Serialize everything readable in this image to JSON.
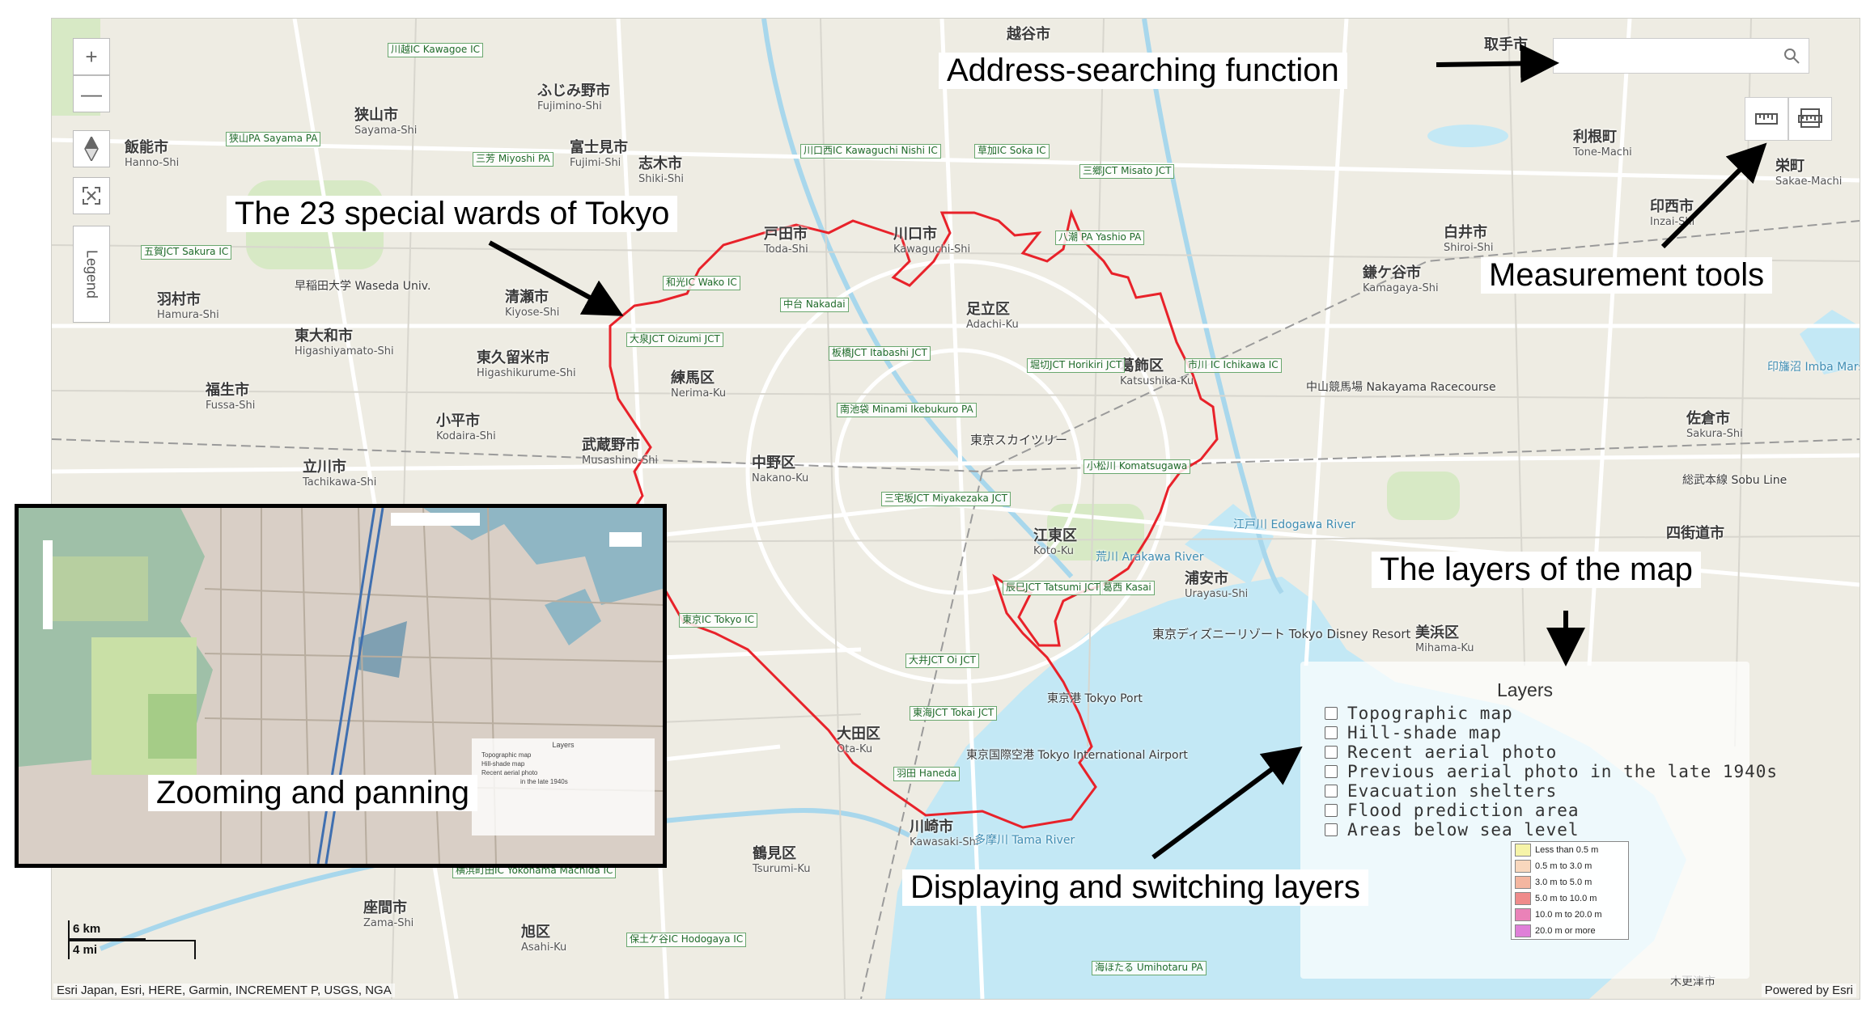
{
  "map": {
    "controls": {
      "zoom_in": "+",
      "zoom_out": "—",
      "compass_icon": "compass-north-icon",
      "fullscreen_icon": "fullscreen-icon",
      "legend_tab": "Legend"
    },
    "search": {
      "value": "",
      "icon": "search-icon"
    },
    "measurement_icons": [
      "ruler-icon",
      "area-measure-icon"
    ],
    "places": [
      {
        "jp": "狭山市",
        "en": "Sayama-Shi"
      },
      {
        "jp": "ふじみ野市",
        "en": "Fujimino-Shi"
      },
      {
        "jp": "飯能市",
        "en": "Hanno-Shi"
      },
      {
        "jp": "富士見市",
        "en": "Fujimi-Shi"
      },
      {
        "jp": "志木市",
        "en": "Shiki-Shi"
      },
      {
        "jp": "戸田市",
        "en": "Toda-Shi"
      },
      {
        "jp": "川口市",
        "en": "Kawaguchi-Shi"
      },
      {
        "jp": "越谷市",
        "en": ""
      },
      {
        "jp": "取手市",
        "en": ""
      },
      {
        "jp": "利根町",
        "en": "Tone-Machi"
      },
      {
        "jp": "栄町",
        "en": "Sakae-Machi"
      },
      {
        "jp": "印西市",
        "en": "Inzai-Shi"
      },
      {
        "jp": "白井市",
        "en": "Shiroi-Shi"
      },
      {
        "jp": "鎌ケ谷市",
        "en": "Kamagaya-Shi"
      },
      {
        "jp": "羽村市",
        "en": "Hamura-Shi"
      },
      {
        "jp": "清瀬市",
        "en": "Kiyose-Shi"
      },
      {
        "jp": "東大和市",
        "en": "Higashiyamato-Shi"
      },
      {
        "jp": "東久留米市",
        "en": "Higashikurume-Shi"
      },
      {
        "jp": "練馬区",
        "en": "Nerima-Ku"
      },
      {
        "jp": "足立区",
        "en": "Adachi-Ku"
      },
      {
        "jp": "葛飾区",
        "en": "Katsushika-Ku"
      },
      {
        "jp": "福生市",
        "en": "Fussa-Shi"
      },
      {
        "jp": "小平市",
        "en": "Kodaira-Shi"
      },
      {
        "jp": "武蔵野市",
        "en": "Musashino-Shi"
      },
      {
        "jp": "中野区",
        "en": "Nakano-Ku"
      },
      {
        "jp": "立川市",
        "en": "Tachikawa-Shi"
      },
      {
        "jp": "江東区",
        "en": "Koto-Ku"
      },
      {
        "jp": "浦安市",
        "en": "Urayasu-Shi"
      },
      {
        "jp": "美浜区",
        "en": "Mihama-Ku"
      },
      {
        "jp": "佐倉市",
        "en": "Sakura-Shi"
      },
      {
        "jp": "四街道市",
        "en": ""
      },
      {
        "jp": "大田区",
        "en": "Ota-Ku"
      },
      {
        "jp": "川崎市",
        "en": "Kawasaki-Shi"
      },
      {
        "jp": "鶴見区",
        "en": "Tsurumi-Ku"
      },
      {
        "jp": "座間市",
        "en": "Zama-Shi"
      },
      {
        "jp": "旭区",
        "en": "Asahi-Ku"
      }
    ],
    "interchanges": [
      "川越IC Kawagoe IC",
      "狭山PA Sayama PA",
      "三芳 Miyoshi PA",
      "五賀JCT Sakura IC",
      "川口西IC Kawaguchi Nishi IC",
      "草加IC Soka IC",
      "三郷JCT Misato JCT",
      "八潮 PA Yashio PA",
      "和光IC Wako IC",
      "大泉JCT Oizumi JCT",
      "中台 Nakadai",
      "板橋JCT Itabashi JCT",
      "堀切JCT Horikiri JCT",
      "市川 IC Ichikawa IC",
      "南池袋 Minami Ikebukuro PA",
      "小松川 Komatsugawa",
      "三宅坂JCT Miyakezaka JCT",
      "辰巳JCT Tatsumi JCT",
      "葛西 Kasai",
      "東京IC Tokyo IC",
      "大井JCT Oi JCT",
      "東海JCT Tokai JCT",
      "羽田 Haneda",
      "横浜町田IC Yokohama Machida IC",
      "保土ケ谷IC Hodogaya IC",
      "海ほたる Umihotaru PA",
      "木更津市"
    ],
    "other_labels": [
      "東京ディズニーリゾート Tokyo Disney Resort",
      "東京国際空港 Tokyo International Airport",
      "東京港 Tokyo Port",
      "荒川 Arakawa River",
      "江戸川 Edogawa River",
      "東京スカイツリー",
      "印旛沼 Imba Marsh",
      "中山競馬場 Nakayama Racecourse",
      "早稲田大学 Waseda Univ.",
      "多摩川 Tama River",
      "総武本線 Sobu Line"
    ],
    "layers_panel": {
      "title": "Layers",
      "items": [
        "Topographic map",
        "Hill-shade map",
        "Recent aerial photo",
        "Previous aerial photo in the late 1940s",
        "Evacuation shelters",
        "Flood prediction area",
        "Areas below sea level"
      ],
      "legend": [
        {
          "label": "Less than 0.5 m",
          "color": "#f6f4a8"
        },
        {
          "label": "0.5 m to 3.0 m",
          "color": "#f8d7bd"
        },
        {
          "label": "3.0 m to 5.0 m",
          "color": "#f4b6a0"
        },
        {
          "label": "5.0 m to 10.0 m",
          "color": "#ef8b8b"
        },
        {
          "label": "10.0 m to 20.0 m",
          "color": "#ea82b8"
        },
        {
          "label": "20.0 m or more",
          "color": "#df7fd8"
        }
      ]
    },
    "scale": {
      "km": "6 km",
      "mi": "4 mi"
    },
    "attribution": "Esri Japan, Esri, HERE, Garmin, INCREMENT P, USGS, NGA",
    "powered_by": "Powered by Esri",
    "colors": {
      "water": "#c3e8f5",
      "land": "#eeece3",
      "road": "#ffffff",
      "green": "#d7e9c5",
      "boundary": "#e8222a"
    }
  },
  "inset": {
    "caption": "Zooming and panning",
    "panel_title": "Layers",
    "panel_items": [
      "Topographic map",
      "Hill-shade map",
      "Recent aerial photo",
      "in the late 1940s"
    ]
  },
  "callouts": {
    "search": "Address-searching function",
    "wards": "The 23 special wards of Tokyo",
    "measure": "Measurement tools",
    "layers": "The layers of the map",
    "switch": "Displaying and switching layers"
  }
}
